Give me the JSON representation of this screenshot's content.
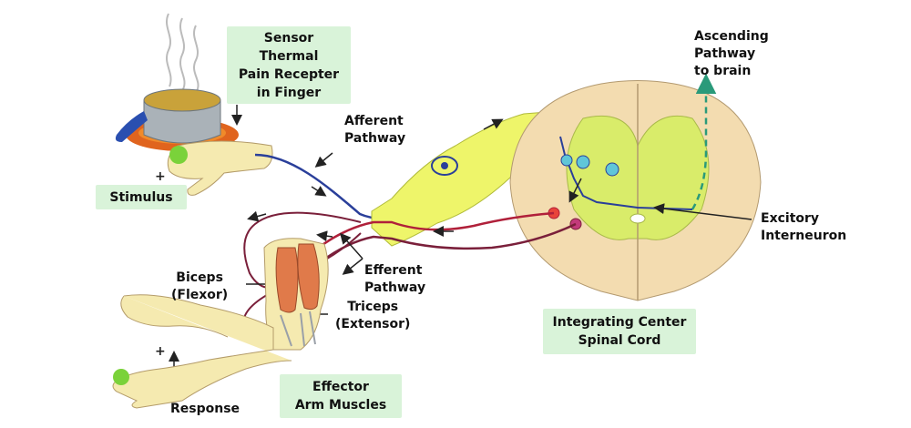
{
  "boxes": {
    "sensor": [
      "Sensor",
      "Thermal",
      "Pain Recepter",
      "in Finger"
    ],
    "stimulus": "Stimulus",
    "integrating": [
      "Integrating Center",
      "Spinal Cord"
    ],
    "effector": [
      "Effector",
      "Arm Muscles"
    ]
  },
  "labels": {
    "afferent": [
      "Afferent",
      "Pathway"
    ],
    "efferent": [
      "Efferent",
      "Pathway"
    ],
    "ascending": [
      "Ascending",
      "Pathway",
      "to brain"
    ],
    "interneuron": [
      "Excitory",
      "Interneuron"
    ],
    "biceps": [
      "Biceps",
      "(Flexor)"
    ],
    "triceps": [
      "Triceps",
      "(Extensor)"
    ],
    "response": "Response"
  },
  "colors": {
    "box_bg": "#d9f3d9",
    "nerve_yellow": "#eef56a",
    "afferent_blue": "#2a3f9a",
    "efferent_red": "#b0203a",
    "efferent_maroon": "#7a1f3a",
    "ascending_green": "#2a9a7a",
    "gray_matter": "#d9ec6a",
    "white_matter": "#f3dcb0",
    "muscle": "#e07a4a"
  }
}
